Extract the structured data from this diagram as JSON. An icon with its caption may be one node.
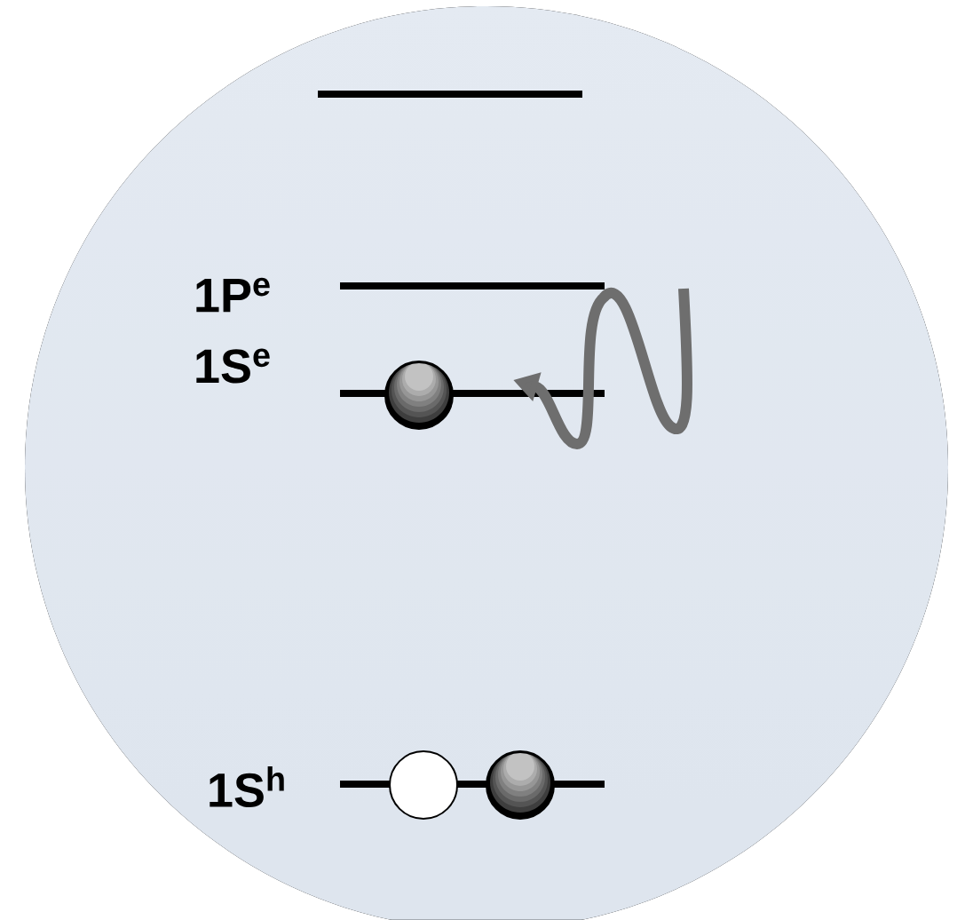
{
  "diagram": {
    "nodes": [
      {
        "text": [],
        "shape": "circle"
      },
      {
        "text": [],
        "shape": "circle"
      },
      {
        "text": [],
        "shape": "circle"
      }
    ],
    "labels": [
      "1P$^{e}$",
      "1S$^{e}$",
      "1S$^{h}$"
    ]
  }
}
